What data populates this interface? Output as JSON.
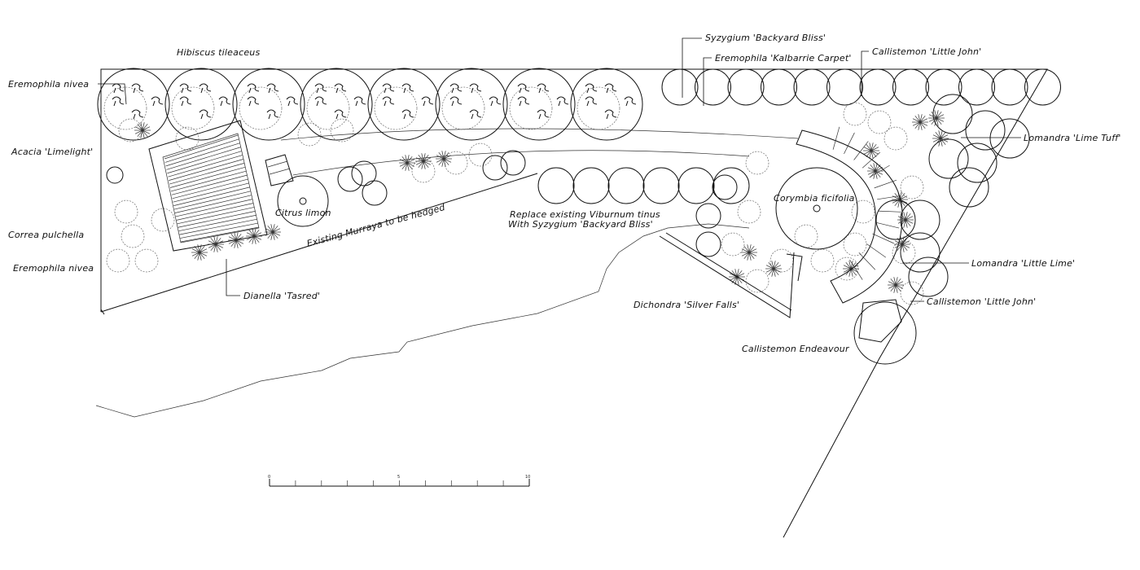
{
  "labels": {
    "syzygium_backyard_bliss": "Syzygium 'Backyard Bliss'",
    "eremophila_kalbarrie": "Eremophila 'Kalbarrie Carpet'",
    "callistemon_little_john_top": "Callistemon 'Little John'",
    "hibiscus": "Hibiscus tileaceus",
    "eremophila_nivea_top": "Eremophila nivea",
    "acacia_limelight": "Acacia 'Limelight'",
    "correa_pulchella": "Correa pulchella",
    "eremophila_nivea_bottom": "Eremophila nivea",
    "dianella_tasred": "Dianella 'Tasred'",
    "citrus_limon": "Citrus limon",
    "existing_murraya": "Existing Murraya to be hedged",
    "replace_viburnum_line1": "Replace existing Viburnum tinus",
    "replace_viburnum_line2": "With Syzygium 'Backyard Bliss'",
    "lomandra_lime_tuff": "Lomandra 'Lime Tuff'",
    "corymbia_ficifolia": "Corymbia ficifolia",
    "lomandra_little_lime": "Lomandra 'Little Lime'",
    "dichondra_silver_falls": "Dichondra 'Silver Falls'",
    "callistemon_little_john_bottom": "Callistemon 'Little John'",
    "callistemon_endeavour": "Callistemon Endeavour"
  },
  "scale_bar": {
    "ticks": [
      "0",
      "5",
      "10"
    ]
  },
  "colors": {
    "ink": "#111111",
    "paper": "#ffffff"
  }
}
